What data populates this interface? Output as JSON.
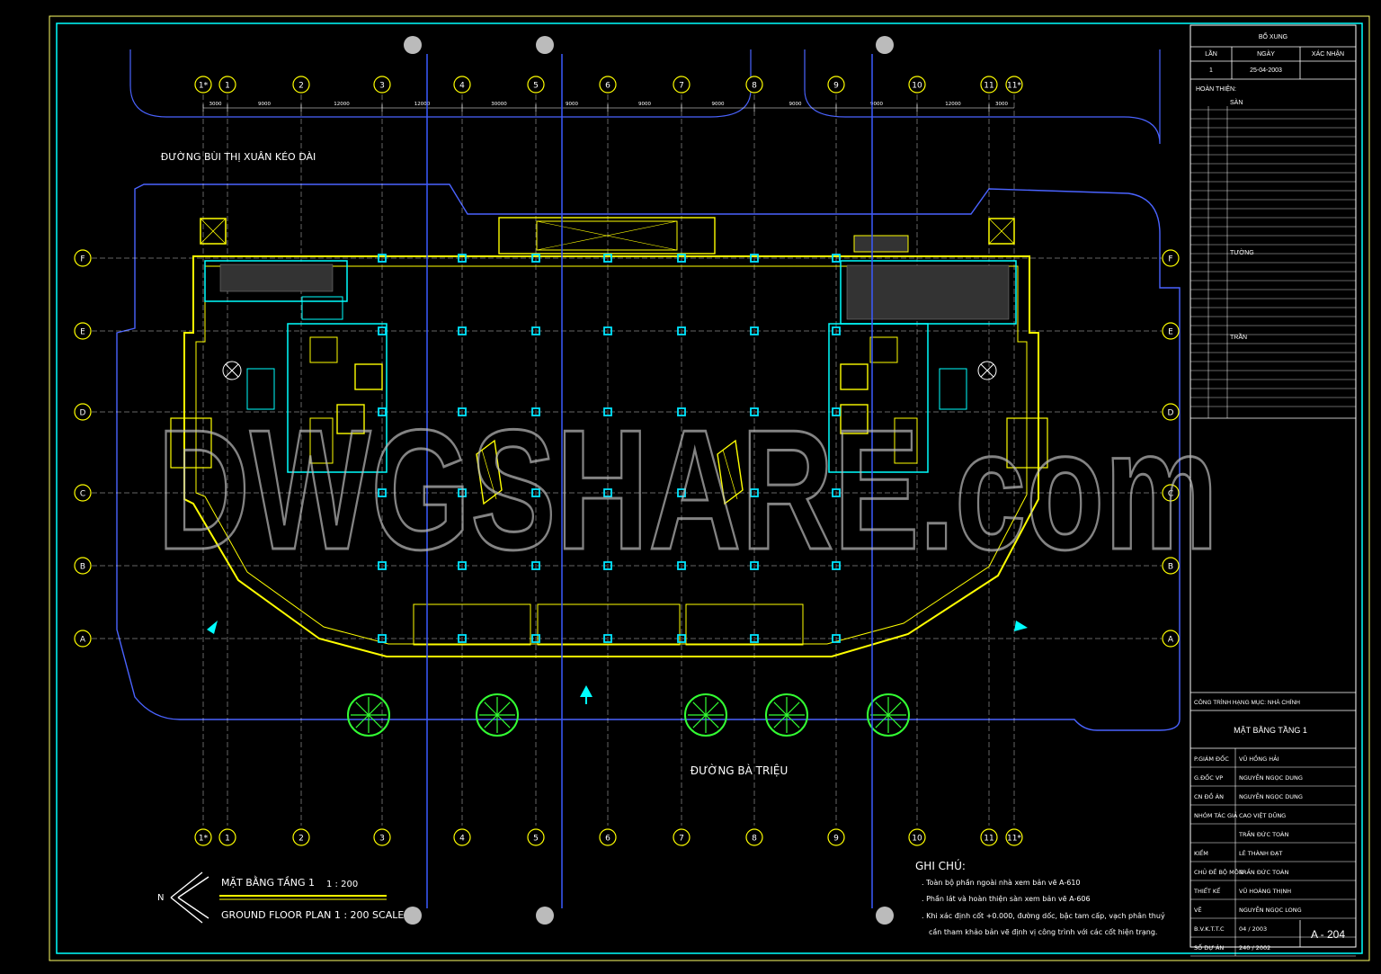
{
  "title_block": {
    "revision_header": "BỔ XUNG",
    "rev_cols": [
      "LẦN",
      "NGÀY",
      "XÁC NHẬN"
    ],
    "rev_row": [
      "1",
      "25-04-2003",
      ""
    ],
    "finish_label": "HOÀN THIỆN:",
    "floor_label": "SÀN",
    "wall_label": "TƯỜNG",
    "ceiling_label": "TRẦN",
    "project_item": "CÔNG TRÌNH HẠNG MỤC:   NHÀ CHÍNH",
    "drawing_title": "MẶT BẰNG TẦNG 1",
    "roles": [
      {
        "role": "P.GIÁM ĐỐC",
        "name": "VŨ HỒNG HẢI"
      },
      {
        "role": "G.ĐỐC VP",
        "name": "NGUYỄN NGỌC DUNG"
      },
      {
        "role": "CN ĐỒ ÁN",
        "name": "NGUYỄN NGỌC DUNG"
      },
      {
        "role": "NHÓM TÁC GIẢ",
        "name": "CAO VIỆT DŨNG"
      },
      {
        "role": "",
        "name": "TRẦN ĐỨC TOÀN"
      },
      {
        "role": "KIỂM",
        "name": "LÊ THÀNH ĐẠT"
      },
      {
        "role": "CHỦ ĐỀ BỘ MÔN",
        "name": "TRẦN ĐỨC TOÀN"
      },
      {
        "role": "THIẾT KẾ",
        "name": "VŨ HOÀNG THỊNH"
      },
      {
        "role": "VẼ",
        "name": "NGUYỄN NGỌC LONG"
      },
      {
        "role": "B.V.K.T.T.C",
        "name": "04 / 2003"
      },
      {
        "role": "SỐ DỰ ÁN",
        "name": "240 / 2002"
      }
    ],
    "sheet_number": "A - 204"
  },
  "plan": {
    "col_grid_top": [
      "1*",
      "1",
      "2",
      "3",
      "4",
      "5",
      "6",
      "7",
      "8",
      "9",
      "10",
      "11",
      "11*"
    ],
    "row_grid": [
      "F",
      "E",
      "D",
      "C",
      "B",
      "A"
    ],
    "street_top": "ĐƯỜNG BÙI THỊ XUÂN KÉO DÀI",
    "street_bottom": "ĐƯỜNG BÀ TRIỆU",
    "dims_top": [
      "3000",
      "9000",
      "12000",
      "12000",
      "30000",
      "9000",
      "9000",
      "9000",
      "9000",
      "9000",
      "12000",
      "3000"
    ]
  },
  "caption": {
    "title_vn": "MẶT BẰNG TẦNG 1",
    "scale_vn": "1 : 200",
    "title_en": "GROUND FLOOR PLAN 1 : 200 SCALE",
    "north": "N"
  },
  "notes": {
    "heading": "GHI CHÚ:",
    "lines": [
      ". Toàn bộ phần ngoài nhà xem bản vẽ A-610",
      ". Phần lát và hoàn thiện sàn xem bản vẽ A-606",
      ". Khi xác định cốt +0.000, đường dốc, bậc tam cấp, vạch phân thuỷ",
      "cần tham khảo bản vẽ định vị công trình với các cốt hiện trạng."
    ]
  },
  "watermark": "DWGSHARE.com",
  "colors": {
    "border": "#00ffff",
    "grid": "#3b5bff",
    "wall": "#ffff00",
    "column": "#00e5ff",
    "tree": "#33ff33",
    "dim": "#ffffff"
  }
}
